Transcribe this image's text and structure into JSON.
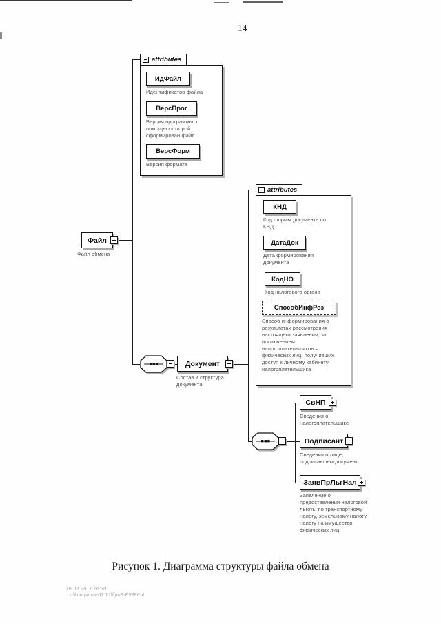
{
  "page": {
    "number": "14",
    "caption": "Рисунок 1. Диаграмма структуры файла обмена",
    "footer_timestamp": "09.11.2017 16:30",
    "footer_path": "s:\\kompinos-01.13\\fipo3-E5386-4"
  },
  "diagram": {
    "attributes_label": "attributes",
    "root": {
      "name": "Файл",
      "desc": "Файл обмена"
    },
    "file_attributes": [
      {
        "name": "ИдФайл",
        "desc": "Идентификатор файла"
      },
      {
        "name": "ВерсПрог",
        "desc": "Версия программы, с помощью которой сформирован файл"
      },
      {
        "name": "ВерсФорм",
        "desc": "Версия формата"
      }
    ],
    "document": {
      "name": "Документ",
      "desc": "Состав и структура документа"
    },
    "document_attributes": [
      {
        "name": "КНД",
        "desc": "Код формы документа по КНД"
      },
      {
        "name": "ДатаДок",
        "desc": "Дата формирования документа"
      },
      {
        "name": "КодНО",
        "desc": "Код налогового органа"
      },
      {
        "name": "СпособИнфРез",
        "desc": "Способ информирования о результатах рассмотрения настоящего заявления, за исключением налогоплательщиков – физических лиц, получивших доступ к личному кабинету налогоплательщика",
        "optional": "true"
      }
    ],
    "children": [
      {
        "name": "СвНП",
        "desc": "Сведения о налогоплательщике"
      },
      {
        "name": "Подписант",
        "desc": "Сведения о лице, подписавшем документ"
      },
      {
        "name": "ЗаявПрЛьгНал",
        "desc": "Заявление о предоставлении налоговой льготы по транспортному налогу, земельному налогу, налогу на имущество физических лиц"
      }
    ],
    "icons": {
      "collapse": "minus",
      "expand": "plus",
      "sequence": "sequence-octagon"
    }
  },
  "colors": {
    "paper": "#fefefe",
    "ink": "#1c1c1c",
    "box_shadow": "#a9a9a9",
    "desc_text": "#4e4e4e"
  }
}
